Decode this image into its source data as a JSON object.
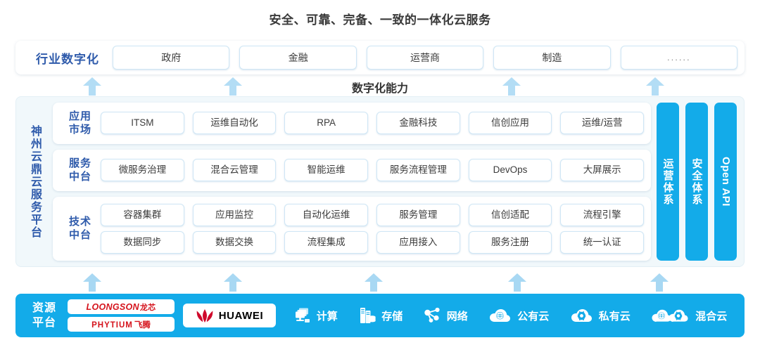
{
  "title": "安全、可靠、完备、一致的一体化云服务",
  "industry": {
    "label": "行业数字化",
    "items": [
      "政府",
      "金融",
      "运营商",
      "制造",
      "......"
    ]
  },
  "capability_label": "数字化能力",
  "platform": {
    "label": "神州云鼎云服务平台",
    "rows": [
      {
        "label_line1": "应用",
        "label_line2": "市场",
        "lines": [
          [
            "ITSM",
            "运维自动化",
            "RPA",
            "金融科技",
            "信创应用",
            "运维/运营"
          ]
        ]
      },
      {
        "label_line1": "服务",
        "label_line2": "中台",
        "lines": [
          [
            "微服务治理",
            "混合云管理",
            "智能运维",
            "服务流程管理",
            "DevOps",
            "大屏展示"
          ]
        ]
      },
      {
        "label_line1": "技术",
        "label_line2": "中台",
        "lines": [
          [
            "容器集群",
            "应用监控",
            "自动化运维",
            "服务管理",
            "信创适配",
            "流程引擎"
          ],
          [
            "数据同步",
            "数据交换",
            "流程集成",
            "应用接入",
            "服务注册",
            "统一认证"
          ]
        ]
      }
    ],
    "vertical_bars": [
      "运营体系",
      "安全体系",
      "Open API"
    ]
  },
  "resource": {
    "label_line1": "资源",
    "label_line2": "平台",
    "logos": [
      {
        "name": "loongson",
        "en": "LOONGSON",
        "cn": "龙芯"
      },
      {
        "name": "phytium",
        "en": "PHYTIUM",
        "cn": "飞腾"
      },
      {
        "name": "huawei",
        "en": "HUAWEI",
        "cn": ""
      }
    ],
    "items": [
      {
        "icon": "compute-icon",
        "label": "计算"
      },
      {
        "icon": "storage-icon",
        "label": "存储"
      },
      {
        "icon": "network-icon",
        "label": "网络"
      },
      {
        "icon": "public-cloud-icon",
        "label": "公有云"
      },
      {
        "icon": "private-cloud-icon",
        "label": "私有云"
      },
      {
        "icon": "hybrid-cloud-icon",
        "label": "混合云"
      }
    ]
  },
  "colors": {
    "brand_blue": "#13abe9",
    "label_blue": "#2f5bab",
    "panel_bg": "#f1f8fb",
    "box_border": "#cfe6f5",
    "arrow": "#b3ddf5",
    "logo_red": "#d5131c",
    "title_text": "#3a3a3a"
  }
}
